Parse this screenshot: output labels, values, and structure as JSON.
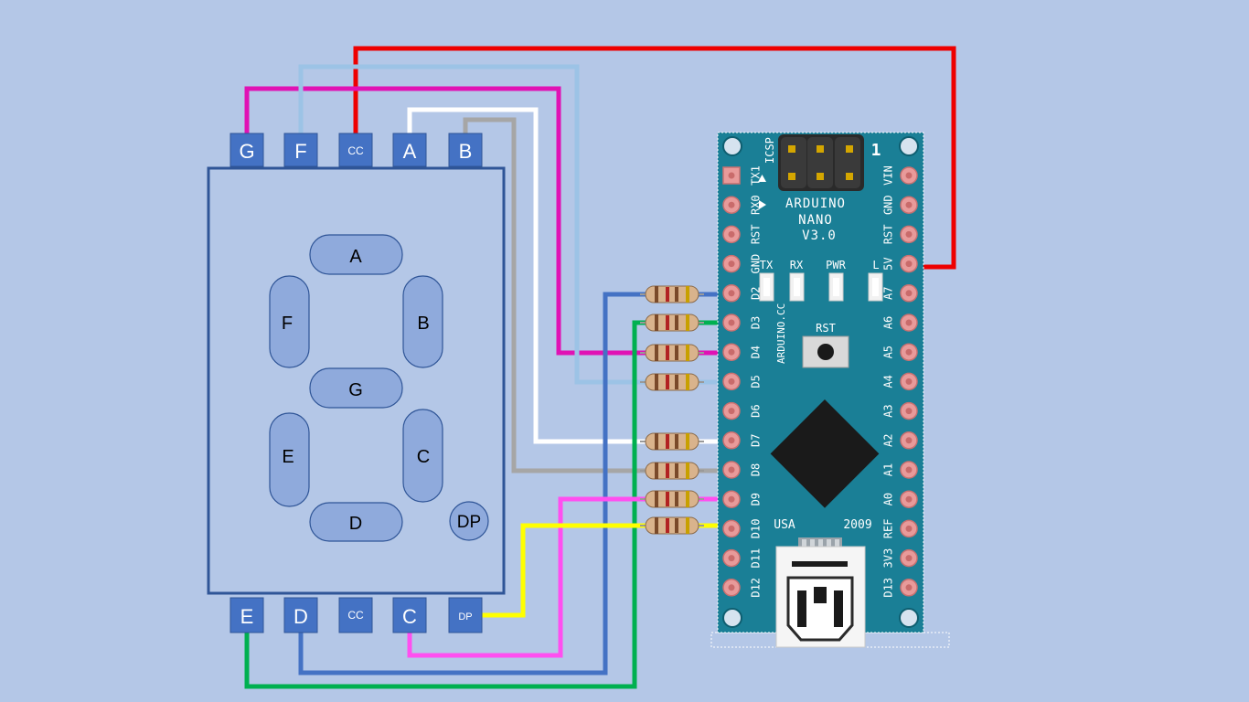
{
  "display": {
    "top_pins": [
      "G",
      "F",
      "CC",
      "A",
      "B"
    ],
    "bottom_pins": [
      "E",
      "D",
      "CC",
      "C",
      "DP"
    ],
    "segments": {
      "A": "A",
      "B": "B",
      "C": "C",
      "D": "D",
      "E": "E",
      "F": "F",
      "G": "G",
      "DP": "DP"
    }
  },
  "arduino": {
    "title_line1": "ARDUINO",
    "title_line2": "NANO",
    "title_line3": "V3.0",
    "icsp_label": "ICSP",
    "pin1_mark": "1",
    "site_label": "ARDUINO.CC",
    "reset_label": "RST",
    "usa_label": "USA",
    "year_label": "2009",
    "leds": [
      "TX",
      "RX",
      "PWR",
      "L"
    ],
    "left_pins": [
      "TX1",
      "RX0",
      "RST",
      "GND",
      "D2",
      "D3",
      "D4",
      "D5",
      "D6",
      "D7",
      "D8",
      "D9",
      "D10",
      "D11",
      "D12"
    ],
    "right_pins": [
      "VIN",
      "GND",
      "RST",
      "5V",
      "A7",
      "A6",
      "A5",
      "A4",
      "A3",
      "A2",
      "A1",
      "A0",
      "REF",
      "3V3",
      "D13"
    ]
  },
  "colors": {
    "background": "#b4c7e7",
    "wire_red": "#ee0000",
    "wire_magenta": "#e012b4",
    "wire_lightblue": "#9cc3e6",
    "wire_white": "#ffffff",
    "wire_gray": "#a6a6a6",
    "wire_blue": "#4472c4",
    "wire_green": "#00b050",
    "wire_pink": "#ff4ff0",
    "wire_yellow": "#ffff00",
    "board": "#1a7f96",
    "pin_box": "#4472c4",
    "segment_fill": "#8faadc"
  }
}
